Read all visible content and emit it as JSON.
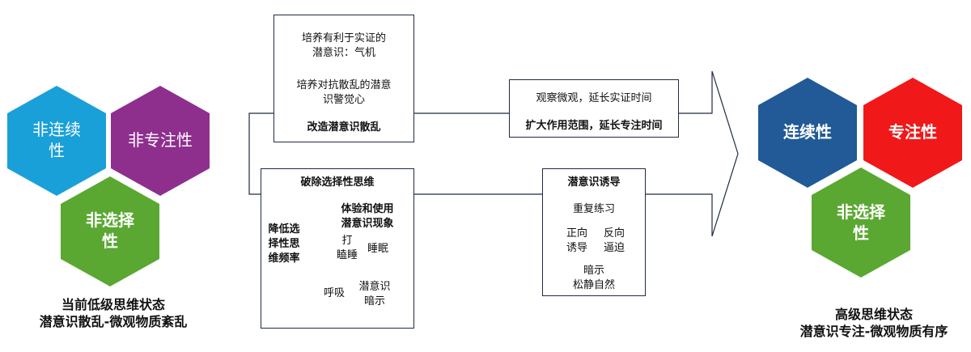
{
  "left_state": {
    "hexagons": [
      {
        "label_line1": "非连续",
        "label_line2": "性",
        "color": "#1aa0d8"
      },
      {
        "label_line1": "非专注性",
        "label_line2": "",
        "color": "#8e2f8e"
      },
      {
        "label_line1": "非选择",
        "label_line2": "性",
        "color": "#5aa832"
      }
    ],
    "caption_line1": "当前低级思维状态",
    "caption_line2": "潜意识散乱-微观物质紊乱"
  },
  "right_state": {
    "hexagons": [
      {
        "label_line1": "连续性",
        "label_line2": "",
        "color": "#215a96"
      },
      {
        "label_line1": "专注性",
        "label_line2": "",
        "color": "#f01818"
      },
      {
        "label_line1": "非选择",
        "label_line2": "性",
        "color": "#5aa832"
      }
    ],
    "caption_line1": "高级思维状态",
    "caption_line2": "潜意识专注-微观物质有序"
  },
  "box_reform": {
    "line1": "培养有利于实证的",
    "line2": "潜意识：气机",
    "line3": "培养对抗散乱的潜意",
    "line4": "识警觉心",
    "title": "改造潜意识散乱"
  },
  "box_observe": {
    "line1": "观察微观，延长实证时间",
    "title": "扩大作用范围，延长专注时间"
  },
  "box_break": {
    "title": "破除选择性思维",
    "left_line1": "降低选",
    "left_line2": "择性思",
    "left_line3": "维频率",
    "sub_title_line1": "体验和使用",
    "sub_title_line2": "潜意识现象",
    "item_a_line1": "打",
    "item_a_line2": "瞌睡",
    "item_b": "睡眠",
    "item_c": "呼吸",
    "item_d_line1": "潜意识",
    "item_d_line2": "暗示"
  },
  "box_induce": {
    "title": "潜意识诱导",
    "item_1": "重复练习",
    "item_2_line1": "正向",
    "item_2_line2": "诱导",
    "item_3_line1": "反向",
    "item_3_line2": "逼迫",
    "item_4_line1": "暗示",
    "item_4_line2": "松静自然"
  }
}
